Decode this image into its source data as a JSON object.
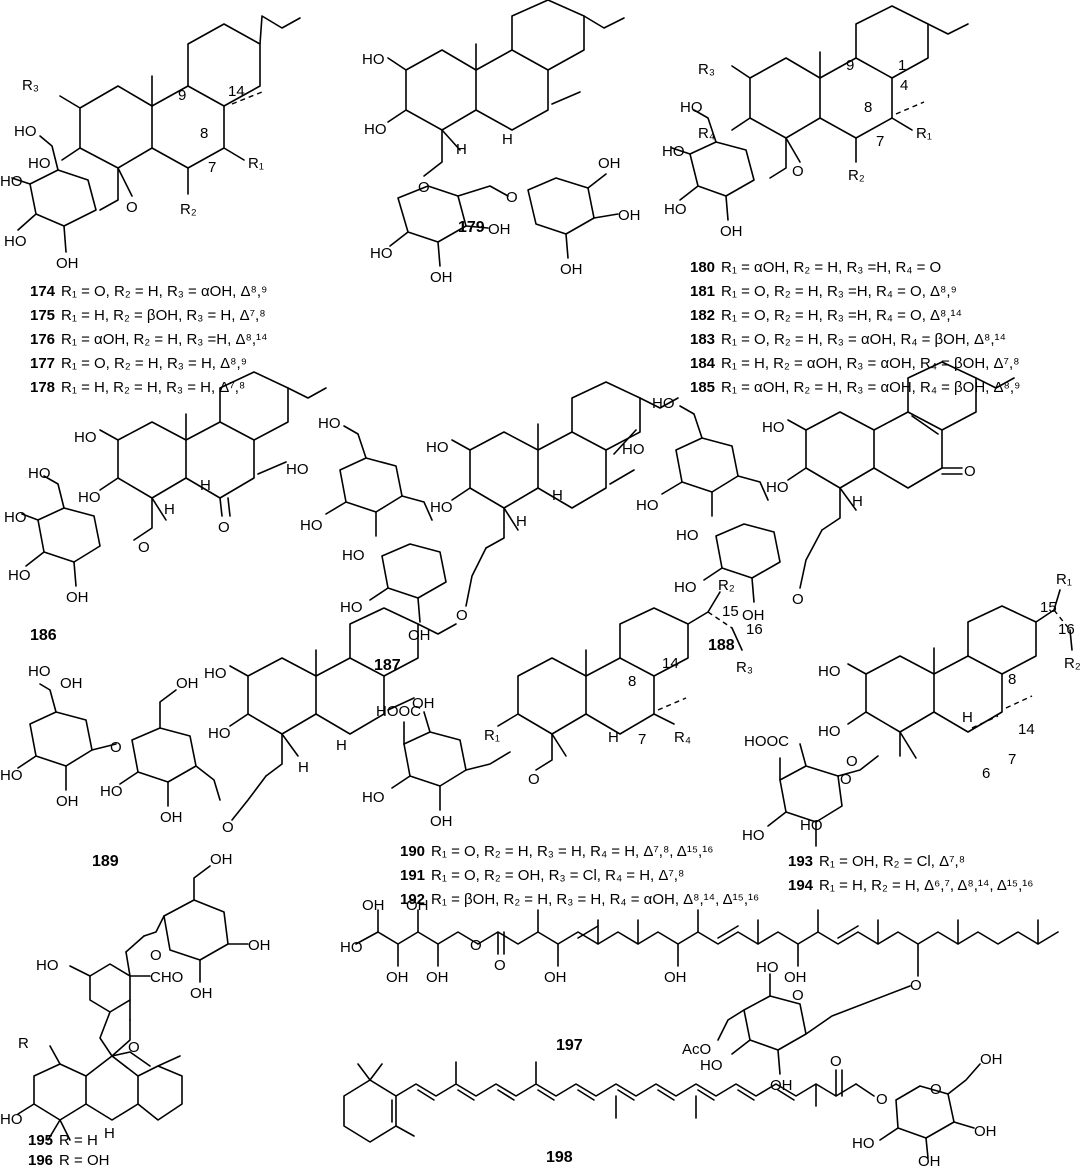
{
  "compounds": {
    "c174": {
      "num": "174",
      "text": "R₁ = O, R₂ = H, R₃ = αOH, Δ⁸,⁹"
    },
    "c175": {
      "num": "175",
      "text": "R₁ = H, R₂ = βOH, R₃ = H, Δ⁷,⁸"
    },
    "c176": {
      "num": "176",
      "text": "R₁ = αOH, R₂ = H, R₃ =H, Δ⁸,¹⁴"
    },
    "c177": {
      "num": "177",
      "text": "R₁ = O, R₂ = H, R₃ = H, Δ⁸,⁹"
    },
    "c178": {
      "num": "178",
      "text": "R₁ = H, R₂ = H, R₃ = H, Δ⁷,⁸"
    },
    "c179": {
      "num": "179"
    },
    "c180": {
      "num": "180",
      "text": "R₁ = αOH, R₂ = H, R₃ =H, R₄ = O"
    },
    "c181": {
      "num": "181",
      "text": "R₁ = O, R₂ = H, R₃ =H, R₄ = O, Δ⁸,⁹"
    },
    "c182": {
      "num": "182",
      "text": "R₁ = O, R₂ = H, R₃ =H, R₄ = O, Δ⁸,¹⁴"
    },
    "c183": {
      "num": "183",
      "text": "R₁ = O, R₂ = H, R₃ = αOH, R₄ = βOH, Δ⁸,¹⁴"
    },
    "c184": {
      "num": "184",
      "text": "R₁ = H, R₂ = αOH, R₃ = αOH, R₄ = βOH, Δ⁷,⁸"
    },
    "c185": {
      "num": "185",
      "text": "R₁ = αOH, R₂ = H, R₃ = αOH, R₄ = βOH, Δ⁸,⁹"
    },
    "c186": {
      "num": "186"
    },
    "c187": {
      "num": "187"
    },
    "c188": {
      "num": "188"
    },
    "c189": {
      "num": "189"
    },
    "c190": {
      "num": "190",
      "text": "R₁ = O, R₂ = H, R₃ = H, R₄ = H, Δ⁷,⁸, Δ¹⁵,¹⁶"
    },
    "c191": {
      "num": "191",
      "text": "R₁ = O, R₂ = OH, R₃ = Cl, R₄ = H, Δ⁷,⁸"
    },
    "c192": {
      "num": "192",
      "text": "R₁ = βOH, R₂ = H, R₃ = H, R₄ = αOH, Δ⁸,¹⁴, Δ¹⁵,¹⁶"
    },
    "c193": {
      "num": "193",
      "text": "R₁ = OH, R₂ = Cl, Δ⁷,⁸"
    },
    "c194": {
      "num": "194",
      "text": "R₁ = H, R₂ = H, Δ⁶,⁷, Δ⁸,¹⁴, Δ¹⁵,¹⁶"
    },
    "c195": {
      "num": "195",
      "text": "R = H"
    },
    "c196": {
      "num": "196",
      "text": "R = OH"
    },
    "c197": {
      "num": "197"
    },
    "c198": {
      "num": "198"
    }
  },
  "atoms": {
    "oh": "OH",
    "ho": "HO",
    "h": "H",
    "o": "O",
    "cho": "CHO",
    "hooc": "HOOC",
    "aco": "AcO",
    "cl": "Cl",
    "r": "R",
    "r1": "R₁",
    "r2": "R₂",
    "r3": "R₃",
    "r4": "R₄",
    "n1": "1",
    "n4": "4",
    "n6": "6",
    "n7": "7",
    "n8": "8",
    "n9": "9",
    "n14": "14",
    "n15": "15",
    "n16": "16"
  }
}
